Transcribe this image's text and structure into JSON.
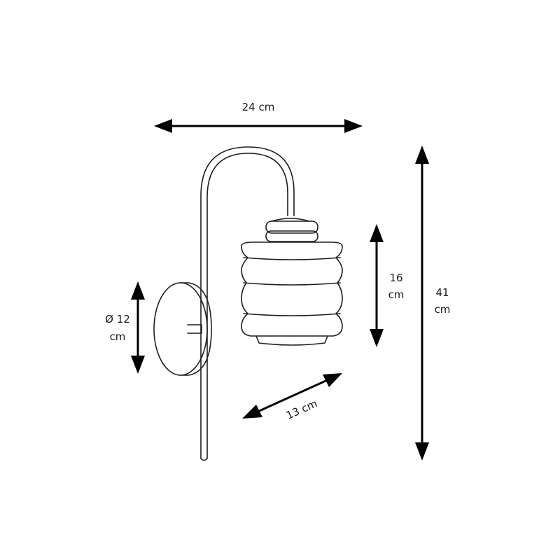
{
  "dimensions": {
    "width": {
      "value": "24 cm"
    },
    "height": {
      "line1": "41",
      "line2": "cm"
    },
    "shade_height": {
      "line1": "16",
      "line2": "cm"
    },
    "depth": {
      "value": "13 cm"
    },
    "base_diameter": {
      "line1": "Ø 12",
      "line2": "cm"
    }
  },
  "colors": {
    "stroke": "#1e1e1e",
    "arrow": "#000000",
    "background": "#ffffff"
  }
}
